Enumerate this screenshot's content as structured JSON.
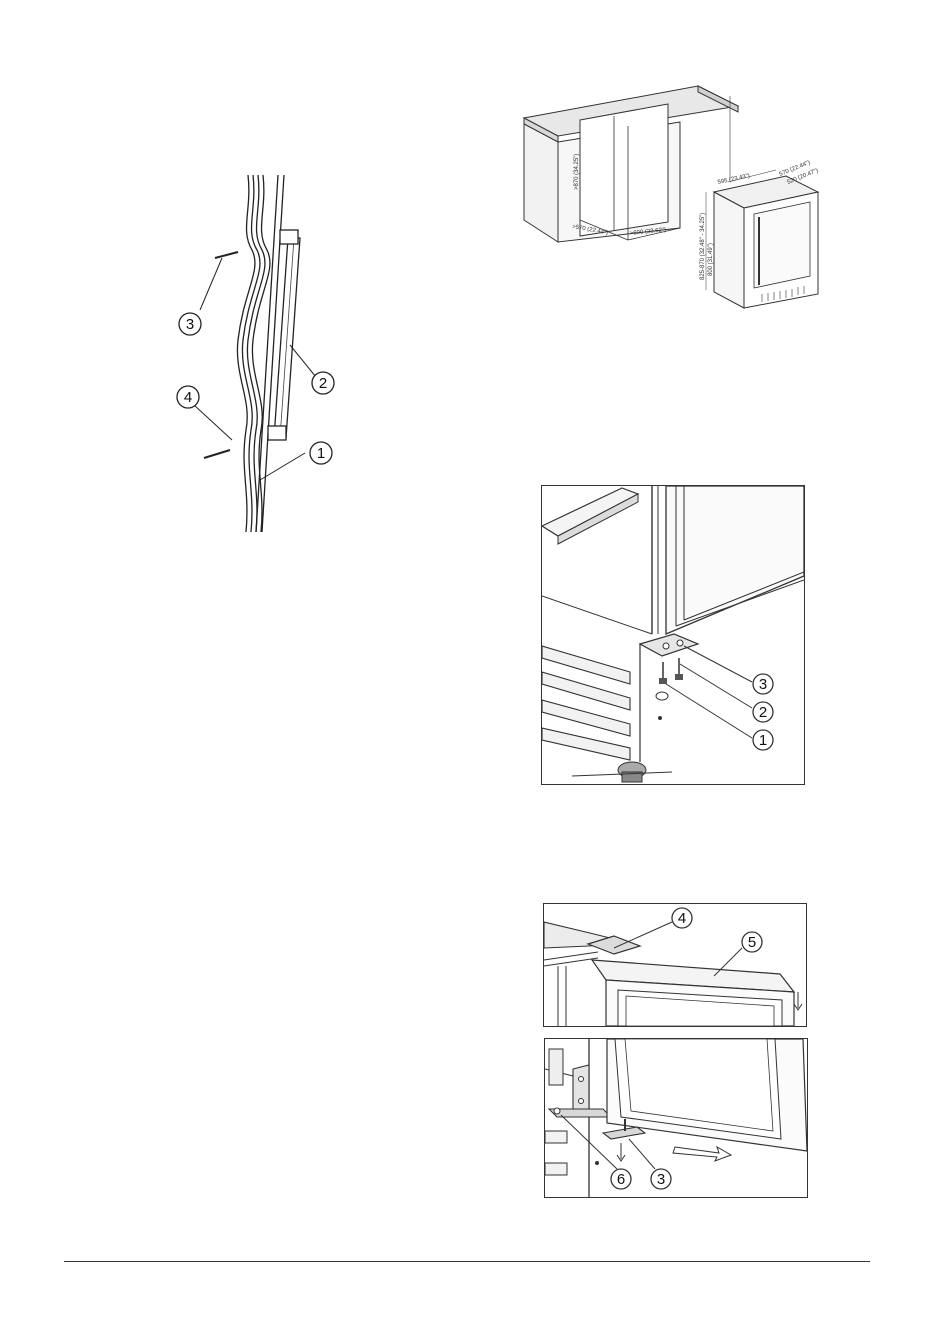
{
  "figures": {
    "handle": {
      "callouts": [
        "1",
        "2",
        "3",
        "4"
      ]
    },
    "installation": {
      "dimensions": {
        "niche_height": ">870 (34.25\")",
        "niche_depth": ">570 (22.44\")",
        "niche_width": ">600 (23.62\")",
        "unit_width": "595 (23.43\")",
        "unit_depth_total": "570 (22.44\")",
        "unit_depth_body": "520 (20.47\")",
        "unit_height_range": "825-870 (32.48\" - 34.25\")",
        "unit_height": "800 (31.49\")"
      }
    },
    "hinge_bottom": {
      "callouts": [
        "3",
        "2",
        "1"
      ]
    },
    "door_top": {
      "callouts": [
        "4",
        "5"
      ]
    },
    "door_bottom": {
      "callouts": [
        "6",
        "3"
      ]
    }
  }
}
